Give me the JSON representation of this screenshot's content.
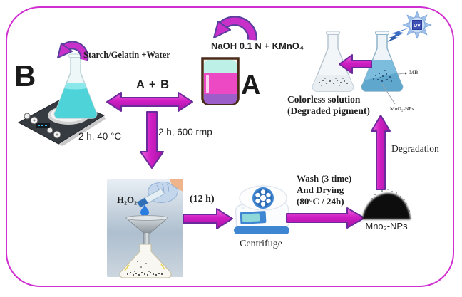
{
  "labels": {
    "b": "B",
    "a": "A",
    "starch": "Starch/Gelatin +Water",
    "flask_conditions": "2 h. 40 °C",
    "naoh": "NaOH 0.1 N + KMnO₄",
    "a_plus_b": "A + B",
    "mix_conditions": "2 h, 600 rmp",
    "h2o2": "H₂O₂",
    "twelve_h": "(12 h)",
    "centrifuge": "Centrifuge",
    "wash_line1": "Wash (3 time)",
    "wash_line2": "And Drying",
    "wash_line3": "(80°C / 24h)",
    "powder": "Mno₂-NPs",
    "degradation": "Degradation",
    "colorless_line1": "Colorless solution",
    "colorless_line2": "(Degraded pigment)",
    "mb": "MB",
    "mno2_nps": "MnO₂-NPs",
    "uv": "UV"
  },
  "colors": {
    "border": "#d02ed0",
    "arrow_fill": "#cf1ec4",
    "arrow_outline": "#6b2a9b",
    "beaker_pink": "#ee49c5",
    "beaker_cyan": "#bdf0e6",
    "beaker_purple": "#9c5fc9",
    "liquid_cyan": "#4ed3d8",
    "flask_blue": "#5fa7cd",
    "powder_black": "#111111",
    "uv_sun_blue": "#3f51b5",
    "centrifuge_blue": "#3f86d2"
  }
}
